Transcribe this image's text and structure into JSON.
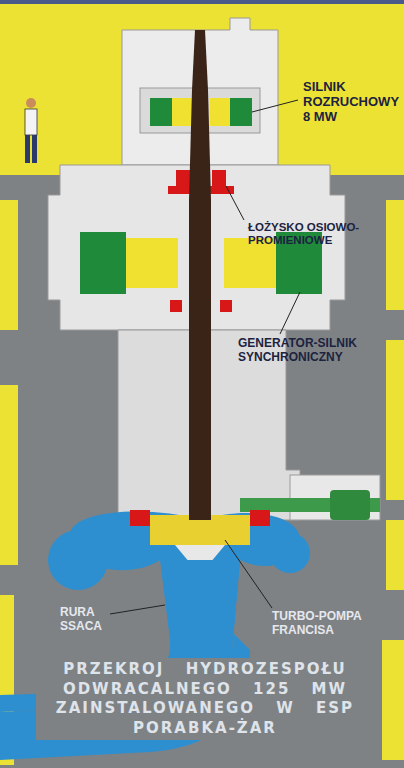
{
  "diagram": {
    "title": "PRZEKROJ HYDROZESPOŁU ODWRACALNEGO 125 MW ZAINSTALOWANEGO W ESP PORABKA-ŻAR",
    "labels": [
      "SILNIK ROZRUCHOWY 8 MW",
      "ŁOŻYSKO OSIOWO-PROMIENIOWE",
      "GENERATOR-SILNIK SYNCHRONICZNY",
      "RURA SSACA",
      "TURBO-POMPA FRANCISA"
    ]
  }
}
